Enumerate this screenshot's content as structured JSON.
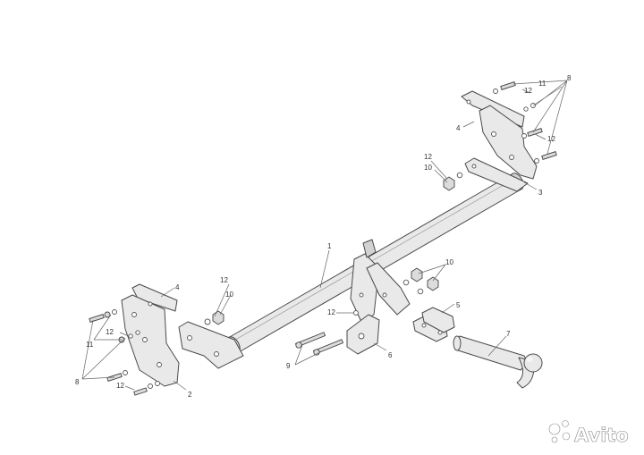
{
  "callouts": {
    "c1": "1",
    "c2": "2",
    "c3": "3",
    "c4_left": "4",
    "c4_right": "4",
    "c5": "5",
    "c6": "6",
    "c7": "7",
    "c8_left": "8",
    "c8_right": "8",
    "c9": "9",
    "c10_left": "10",
    "c10_right": "10",
    "c10_top": "10",
    "c11_left": "11",
    "c11_right": "11",
    "c12_left_a": "12",
    "c12_left_b": "12",
    "c12_center": "12",
    "c12_mid": "12",
    "c12_right_a": "12",
    "c12_right_b": "12",
    "c12_top": "12"
  },
  "watermark": {
    "text": "Avito"
  }
}
